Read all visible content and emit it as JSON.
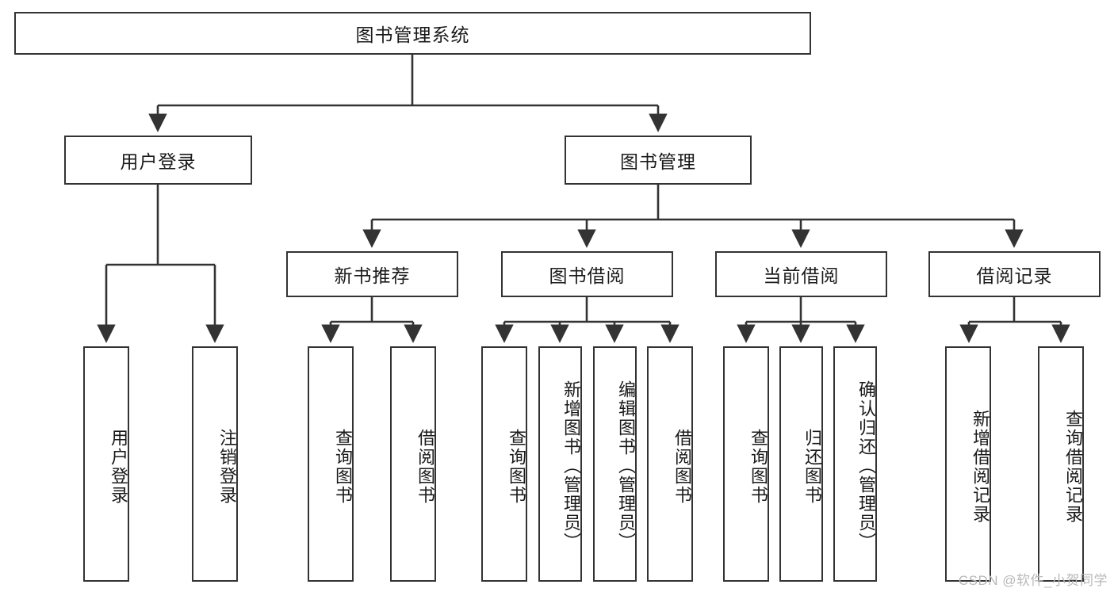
{
  "diagram": {
    "type": "tree",
    "title": "图书管理系统",
    "orientation": "top-down",
    "colors": {
      "stroke": "#333333",
      "fill": "#ffffff",
      "text": "#1a1a1a",
      "watermark": "#b8b8b8"
    },
    "levels": {
      "level0": "图书管理系统",
      "level1": [
        "用户登录",
        "图书管理"
      ],
      "level2": [
        "新书推荐",
        "图书借阅",
        "当前借阅",
        "借阅记录"
      ],
      "level3_count": 13
    }
  },
  "nodes": {
    "root": {
      "label": "图书管理系统"
    },
    "level1": [
      {
        "id": "user-login",
        "label": "用户登录"
      },
      {
        "id": "book-manage",
        "label": "图书管理"
      }
    ],
    "level2": [
      {
        "id": "new-book-recommend",
        "label": "新书推荐"
      },
      {
        "id": "book-borrow",
        "label": "图书借阅"
      },
      {
        "id": "current-borrow",
        "label": "当前借阅"
      },
      {
        "id": "borrow-record",
        "label": "借阅记录"
      }
    ],
    "leaves": [
      {
        "id": "leaf-user-login",
        "label": "用户登录",
        "parent": "用户登录"
      },
      {
        "id": "leaf-user-logout",
        "label": "注销登录",
        "parent": "用户登录"
      },
      {
        "id": "leaf-query-book-1",
        "label": "查询图书",
        "parent": "新书推荐"
      },
      {
        "id": "leaf-borrow-book-1",
        "label": "借阅图书",
        "parent": "新书推荐"
      },
      {
        "id": "leaf-query-book-2",
        "label": "查询图书",
        "parent": "图书借阅"
      },
      {
        "id": "leaf-add-book",
        "label": "新增图书（管理员）",
        "parent": "图书借阅"
      },
      {
        "id": "leaf-edit-book",
        "label": "编辑图书（管理员）",
        "parent": "图书借阅"
      },
      {
        "id": "leaf-borrow-book-2",
        "label": "借阅图书",
        "parent": "图书借阅"
      },
      {
        "id": "leaf-query-book-3",
        "label": "查询图书",
        "parent": "当前借阅"
      },
      {
        "id": "leaf-return-book",
        "label": "归还图书",
        "parent": "当前借阅"
      },
      {
        "id": "leaf-confirm-return",
        "label": "确认归还（管理员）",
        "parent": "当前借阅"
      },
      {
        "id": "leaf-add-record",
        "label": "新增借阅记录",
        "parent": "借阅记录"
      },
      {
        "id": "leaf-query-record",
        "label": "查询借阅记录",
        "parent": "借阅记录"
      }
    ]
  },
  "watermark": {
    "text": "CSDN @软件_小贺同学"
  }
}
